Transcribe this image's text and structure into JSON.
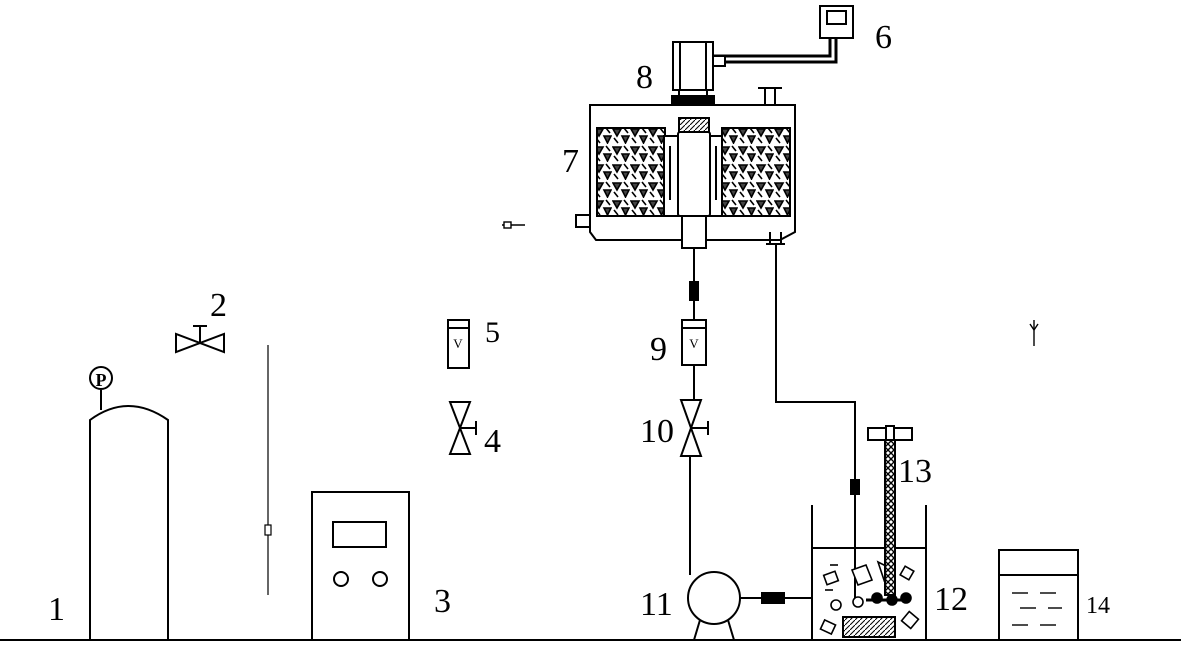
{
  "labels": {
    "cylinder": "1",
    "valve_top": "2",
    "controller": "3",
    "valve_mid": "4",
    "flowmeter_left": "5",
    "monitor": "6",
    "reactor": "7",
    "motor": "8",
    "flowmeter_right": "9",
    "valve_right": "10",
    "pump": "11",
    "tank": "12",
    "stirrer": "13",
    "collector": "14"
  },
  "gauge_letter": "P",
  "flowmeter_mark": "V",
  "colors": {
    "stroke": "#000000",
    "background": "#ffffff"
  }
}
